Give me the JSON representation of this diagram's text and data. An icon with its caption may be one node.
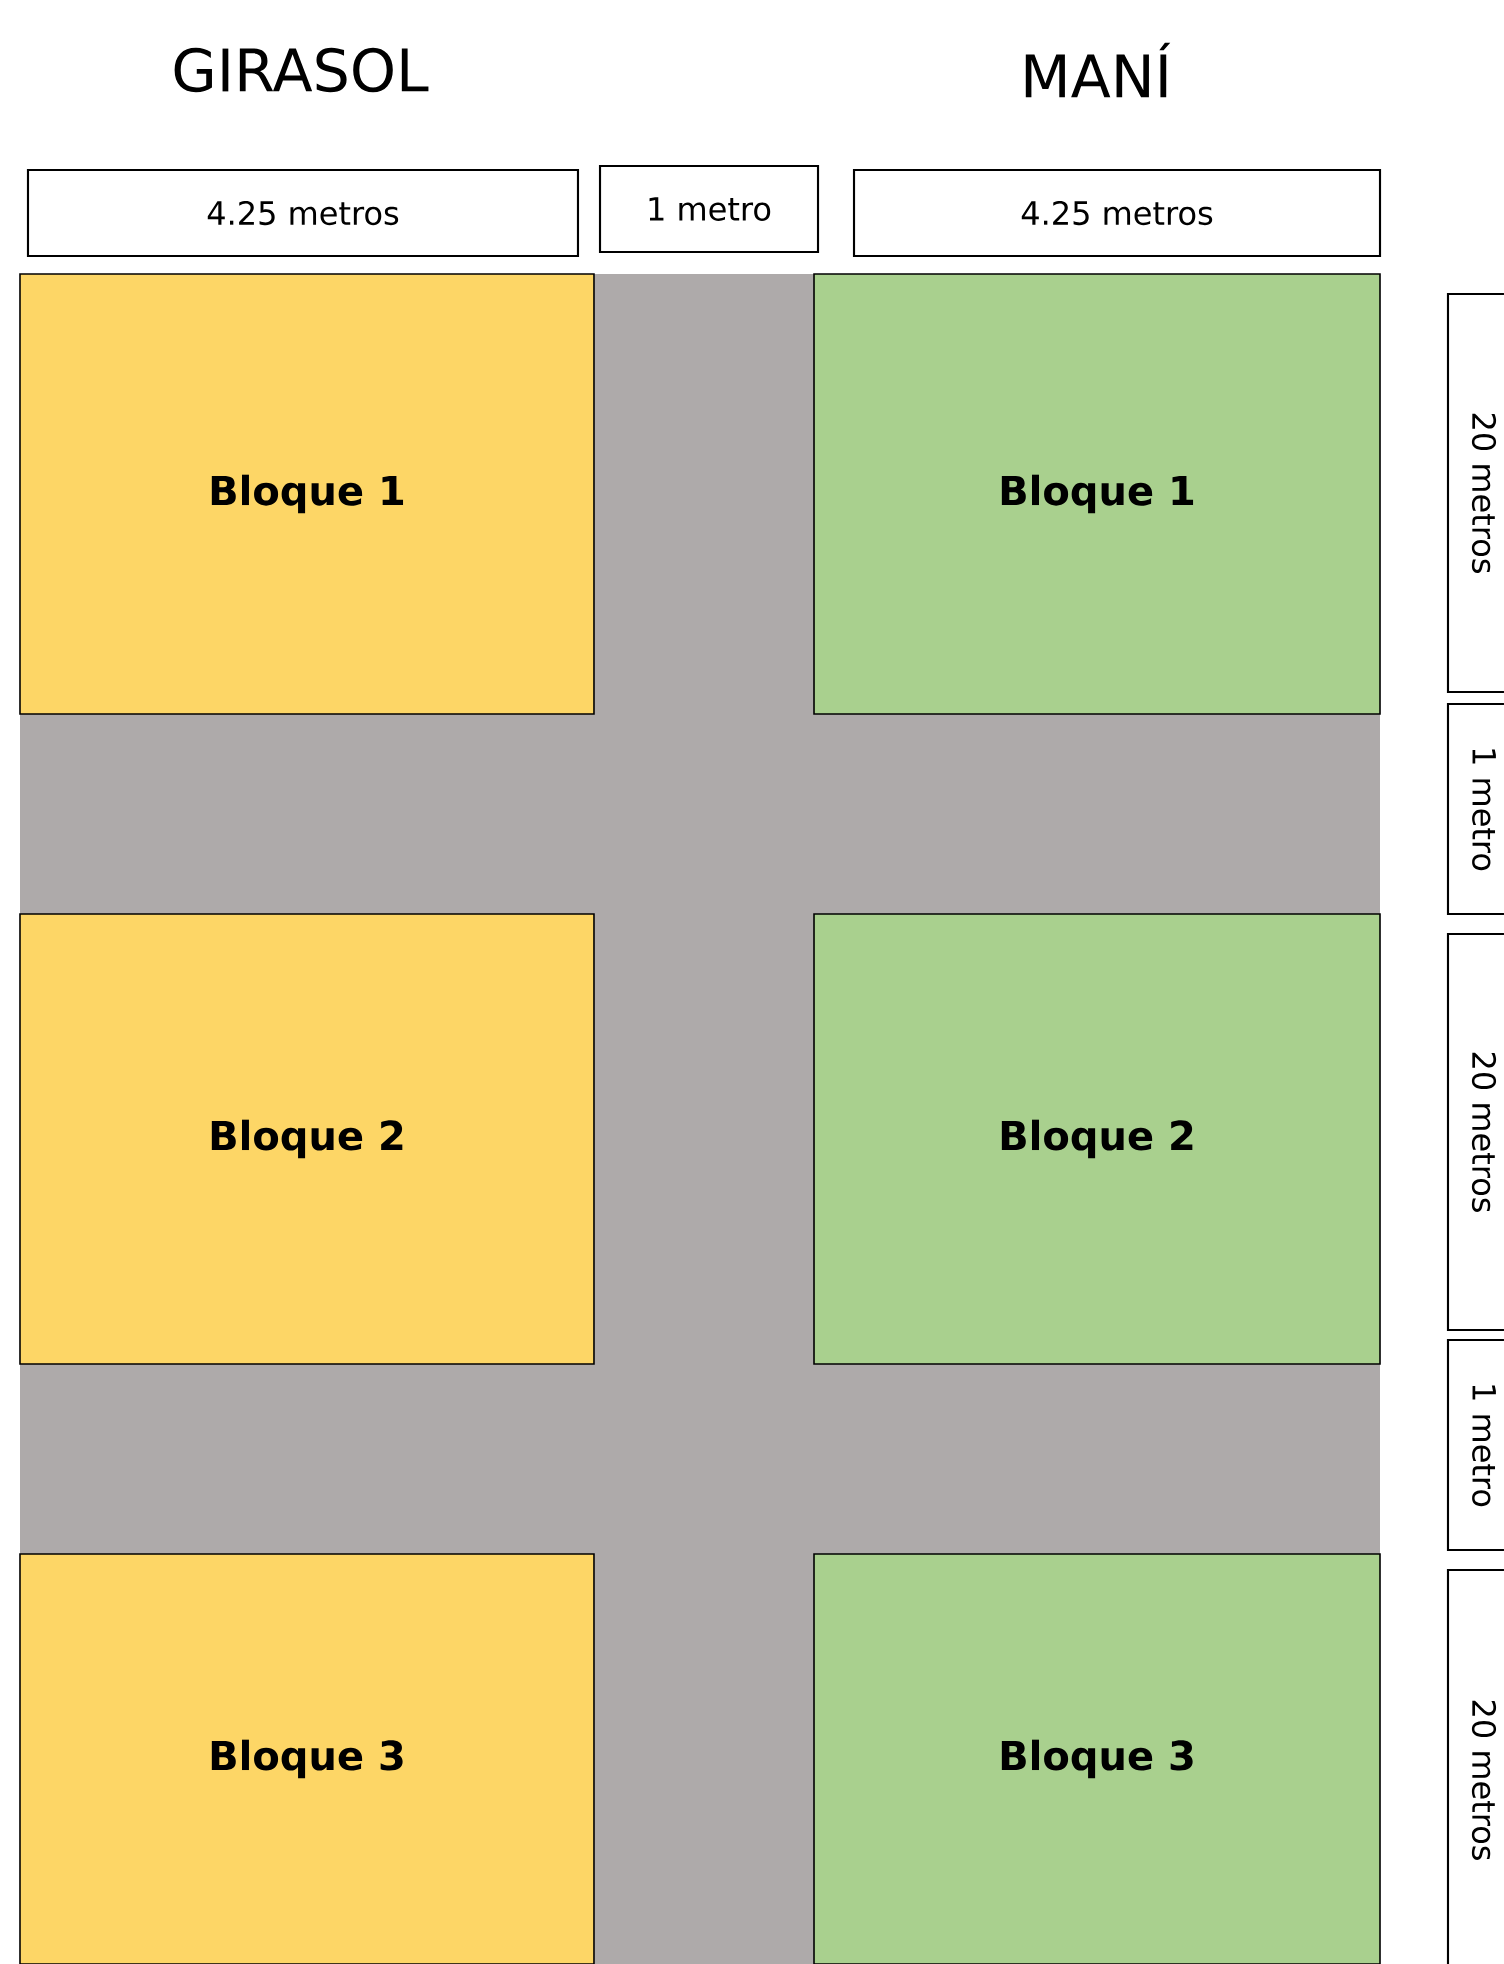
{
  "diagram": {
    "nodes": [
      {
        "text": [
          "4.25 metros"
        ]
      },
      {
        "text": [
          "1 metro"
        ]
      },
      {
        "text": [
          "4.25 metros"
        ]
      },
      {
        "text": [
          "Bloque 1"
        ]
      },
      {
        "text": [
          "Bloque 1"
        ]
      },
      {
        "text": [
          "Bloque 2"
        ]
      },
      {
        "text": [
          "Bloque 2"
        ]
      },
      {
        "text": [
          "Bloque 3"
        ]
      },
      {
        "text": [
          "Bloque 3"
        ]
      },
      {
        "text": [
          "20 metros"
        ]
      },
      {
        "text": [
          "1 metro"
        ]
      },
      {
        "text": [
          "20 metros"
        ]
      },
      {
        "text": [
          "1 metro"
        ]
      },
      {
        "text": [
          "20 metros"
        ]
      }
    ],
    "labels": [
      "GIRASOL",
      "MANÍ"
    ]
  }
}
